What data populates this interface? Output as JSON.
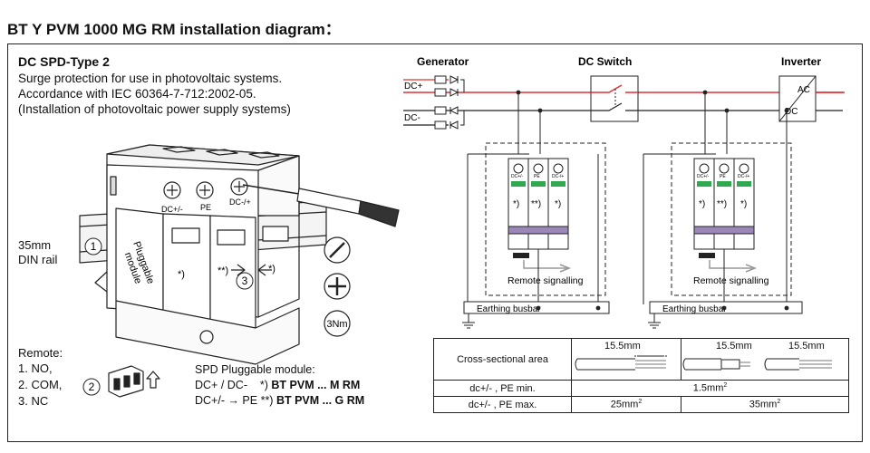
{
  "page_title": "BT Y PVM 1000 MG RM installation diagram：",
  "left": {
    "heading": "DC SPD-Type 2",
    "desc": [
      "Surge protection for use in photovoltaic systems.",
      "Accordance with IEC 60364-7-712:2002-05.",
      "(Installation of photovoltaic power supply systems)"
    ],
    "din_rail": [
      "35mm",
      "DIN rail"
    ],
    "callouts": [
      "1",
      "2",
      "3"
    ],
    "module_label": [
      "Pluggable",
      "module"
    ],
    "terminals": [
      "DC+/-",
      "PE",
      "DC-/+"
    ],
    "marks": [
      "*)",
      "**)",
      "*)"
    ],
    "torque": "3Nm",
    "remote": {
      "title": "Remote:",
      "items": [
        "1. NO,",
        "2. COM,",
        "3. NC"
      ]
    },
    "module_info": {
      "title": "SPD Pluggable module:",
      "line1_prefix": "DC+ / DC-    *) ",
      "line1_bold": "BT PVM ... M RM",
      "line2_prefix": "DC+/- → PE **) ",
      "line2_bold": "BT PVM ... G RM"
    }
  },
  "right": {
    "generator": "Generator",
    "dc_switch": "DC Switch",
    "inverter": "Inverter",
    "line_plus": "DC+",
    "line_minus": "DC-",
    "inverter_ac": "AC",
    "inverter_dc": "DC",
    "spd_terminals": [
      "DC+/-",
      "PE",
      "DC-/+"
    ],
    "spd_marks": [
      "*)",
      "**)",
      "*)"
    ],
    "remote_signalling": "Remote signalling",
    "earthing_busbar": "Earthing busbar"
  },
  "table": {
    "header_label": "Cross-sectional area",
    "dims": [
      "15.5mm",
      "15.5mm",
      "15.5mm"
    ],
    "row_min_label": "dc+/- , PE min.",
    "row_min_value": "1.5mm",
    "row_max_label": "dc+/- , PE max.",
    "row_max_value1": "25mm",
    "row_max_value2": "35mm",
    "sup": "2"
  },
  "colors": {
    "dc_plus_line": "#e03030",
    "module_window": "#2fa84f",
    "module_base": "#9b88b8",
    "arrow": "#999999"
  }
}
